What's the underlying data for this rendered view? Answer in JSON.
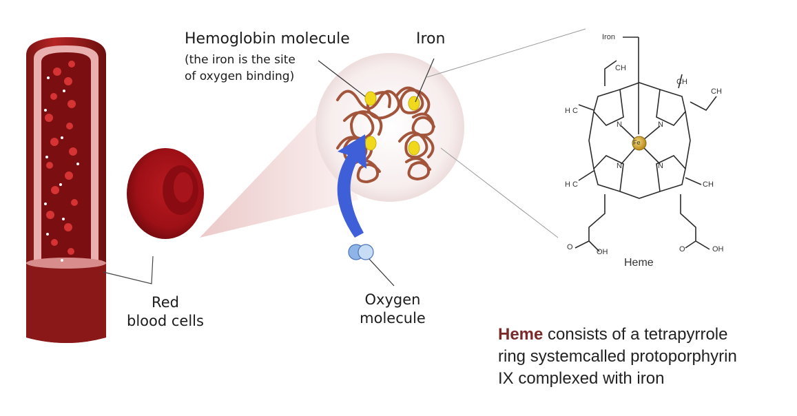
{
  "labels": {
    "hemoglobin_title": "Hemoglobin molecule",
    "hemoglobin_sub1": "(the iron is the site",
    "hemoglobin_sub2": "of oxygen binding)",
    "iron": "Iron",
    "rbc_line1": "Red",
    "rbc_line2": "blood cells",
    "oxygen_line1": "Oxygen",
    "oxygen_line2": "molecule"
  },
  "heme_structure": {
    "iron": "Iron",
    "center": "Fe",
    "ch2_left": "CH",
    "ch2_right": "CH",
    "ch3_top": "CH",
    "h3c_left": "H C",
    "h3c_left_low": "H C",
    "ch3_right": "CH",
    "n1": "N",
    "n2": "N",
    "n3": "N",
    "n4": "N",
    "o_left": "O",
    "oh_left": "OH",
    "o_right": "O",
    "oh_right": "OH",
    "name": "Heme"
  },
  "caption": {
    "highlight": "Heme",
    "rest_line1": " consists of a tetrapyrrole",
    "line2": "ring systemcalled protoporphyrin",
    "line3": "IX complexed with iron"
  },
  "colors": {
    "blood": "#a3121a",
    "vessel_outer": "#8e1a1a",
    "vessel_wall": "#e9a7a7",
    "cone": "#f3dcdc",
    "coil": "#a2553a",
    "iron_site": "#f0d91c",
    "arrow": "#3f5fd9",
    "caption_highlight": "#7a2a2a"
  }
}
